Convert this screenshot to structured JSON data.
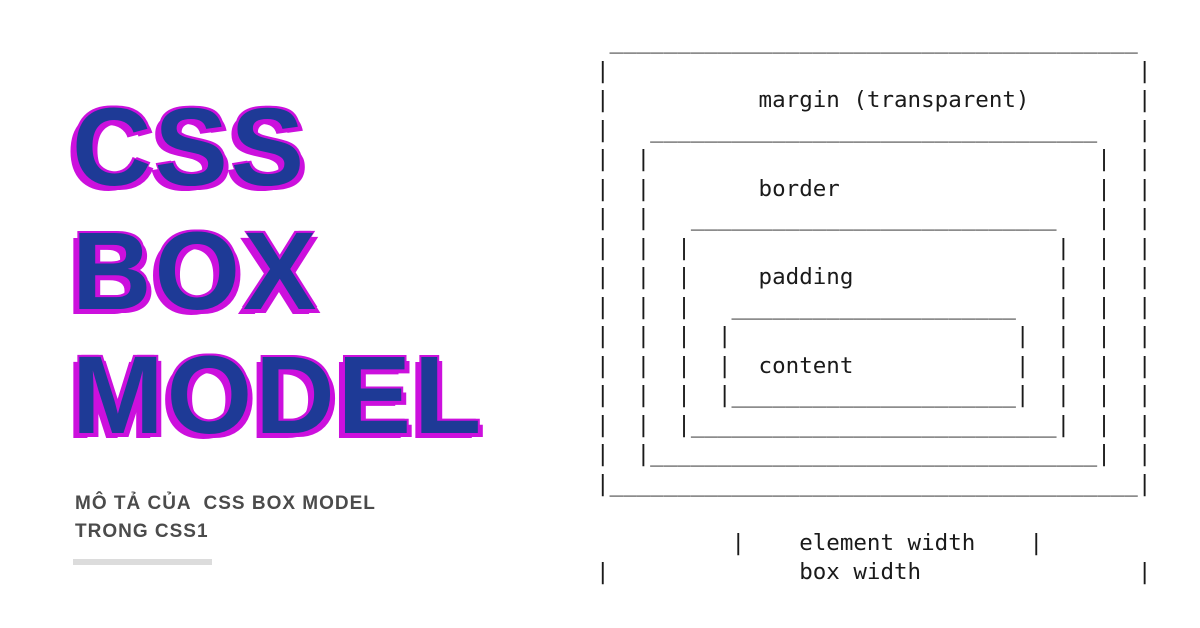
{
  "colors": {
    "background": "#ffffff",
    "title_blue": "#1e3a96",
    "shadow_magenta": "#cc10dd",
    "subtitle_gray": "#4b4b4b",
    "bar_gray": "#dcdcdc",
    "diagram_ink": "#1a1a1a"
  },
  "title": {
    "lines": [
      "CSS",
      "BOX",
      "MODEL"
    ]
  },
  "subtitle": {
    "line1": "MÔ TẢ CỦA  CSS BOX MODEL",
    "line2": "TRONG CSS1"
  },
  "diagram": {
    "box_labels": [
      "margin (transparent)",
      "border",
      "padding",
      "content"
    ],
    "footer_labels": [
      "element width",
      "box width"
    ],
    "ascii": " _______________________________________\n|                                       |\n|           margin (transparent)        |\n|   _________________________________   |\n|  |                                 |  |\n|  |        border                   |  |\n|  |   ___________________________   |  |\n|  |  |                           |  |  |\n|  |  |     padding               |  |  |\n|  |  |   _____________________   |  |  |\n|  |  |  |                     |  |  |  |\n|  |  |  |  content            |  |  |  |\n|  |  |  |_____________________|  |  |  |\n|  |  |___________________________|  |  |\n|  |_________________________________|  |\n|_______________________________________|\n\n          |    element width    |\n|              box width                |"
  }
}
